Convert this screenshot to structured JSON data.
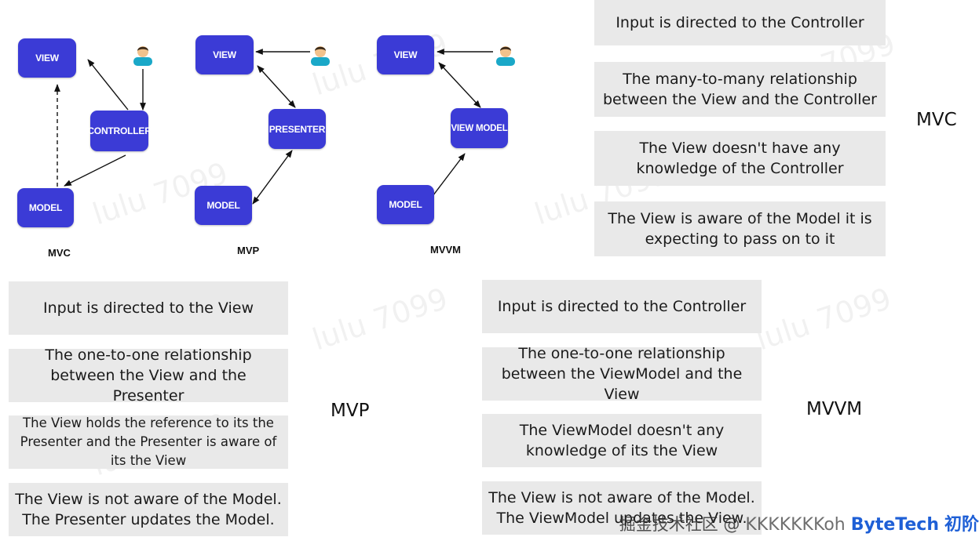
{
  "watermark": "lulu 7099",
  "diagrams": {
    "mvc": {
      "caption": "MVC",
      "view": "VIEW",
      "controller": "CONTROLLER",
      "model": "MODEL"
    },
    "mvp": {
      "caption": "MVP",
      "view": "VIEW",
      "presenter": "PRESENTER",
      "model": "MODEL"
    },
    "mvvm": {
      "caption": "MVVM",
      "view": "VIEW",
      "viewmodel": "VIEW MODEL",
      "model": "MODEL"
    }
  },
  "mvc_cards": {
    "title": "MVC",
    "c1": "Input is directed to the Controller",
    "c2": "The many-to-many relationship between the View and the Controller",
    "c3": "The View doesn't have any knowledge of the Controller",
    "c4": "The View is aware of the Model it is expecting to pass on to it"
  },
  "mvp_cards": {
    "title": "MVP",
    "c1": "Input is directed to the View",
    "c2": "The one-to-one relationship between the View and the Presenter",
    "c3": "The View holds the reference to its the Presenter and the Presenter is aware of its the View",
    "c4": "The View is not aware of the Model. The Presenter updates the Model."
  },
  "mvvm_cards": {
    "title": "MVVM",
    "c1": "Input is directed to the Controller",
    "c2": "The one-to-one relationship between the ViewModel and the View",
    "c3": "The ViewModel doesn't any knowledge of its the View",
    "c4": "The View is not aware of the Model. The ViewModel updates the View."
  },
  "footer": {
    "juejin": "掘金技术社区 @",
    "author": "KKKKKKKoh",
    "brand": "ByteTech",
    "suffix": "初阶"
  }
}
